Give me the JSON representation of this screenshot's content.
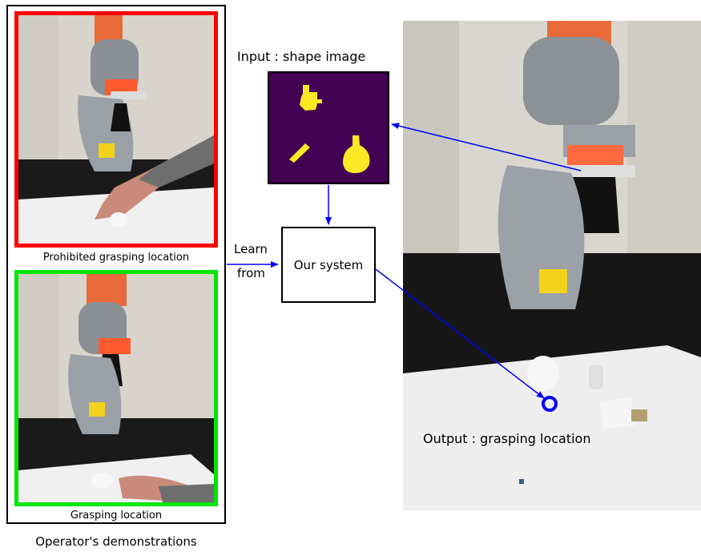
{
  "demonstrations": {
    "prohibited_caption": "Prohibited grasping location",
    "grasping_caption": "Grasping location",
    "footer": "Operator's demonstrations",
    "prohibited_color": "#ff0000",
    "grasping_color": "#00e600"
  },
  "learn_label": {
    "line1": "Learn",
    "line2": "from"
  },
  "input": {
    "label": "Input :  shape image",
    "background_color": "#440154",
    "shape_color": "#fde725"
  },
  "system": {
    "label": "Our system"
  },
  "output": {
    "label": "Output : grasping location",
    "marker_color": "#0000ff"
  },
  "arrow_color": "#0000ff"
}
